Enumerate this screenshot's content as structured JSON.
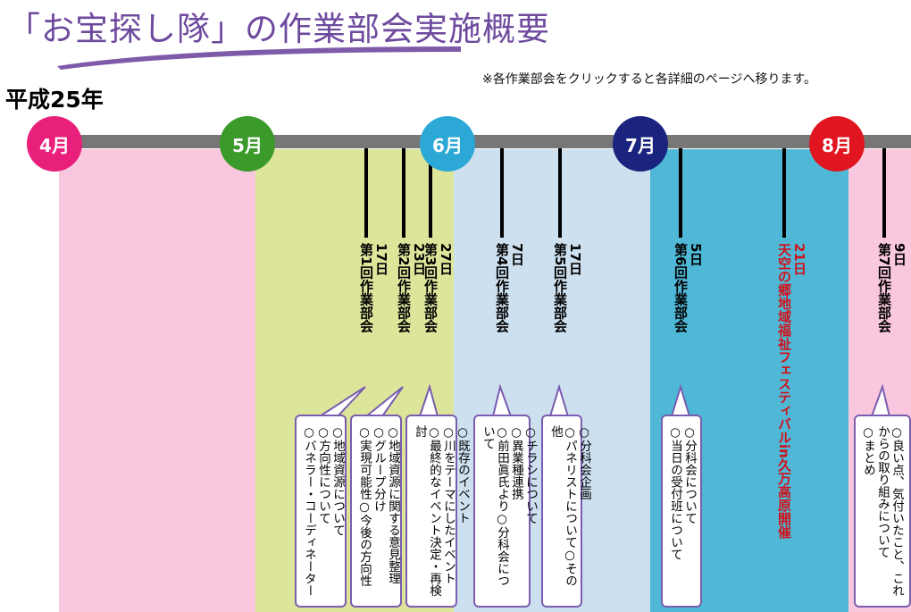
{
  "header": {
    "title": "「お宝探し隊」の作業部会実施概要",
    "note": "※各作業部会をクリックすると各詳細のページへ移ります。",
    "year": "平成25年"
  },
  "months": [
    {
      "label": "4月",
      "color": "#e8207c"
    },
    {
      "label": "5月",
      "color": "#3a9a2a"
    },
    {
      "label": "6月",
      "color": "#2ba8d6"
    },
    {
      "label": "7月",
      "color": "#1a237e"
    },
    {
      "label": "8月",
      "color": "#e0151f"
    }
  ],
  "bands": [
    {
      "color": "#fac8de"
    },
    {
      "color": "#dde59b"
    },
    {
      "color": "#cde0ef"
    },
    {
      "color": "#4fb8d6"
    },
    {
      "color": "#fac8de"
    }
  ],
  "meetings": [
    {
      "date": "17日",
      "name": "第1回作業部会",
      "items": [
        "○地域資源について",
        "○方向性について",
        "○バネラー・コーディネーター"
      ]
    },
    {
      "date": "23日",
      "name": "第2回作業部会",
      "items": [
        "○地域資源に関する意見整理",
        "○グループ分け",
        "○実現可能性○今後の方向性"
      ]
    },
    {
      "date": "27日",
      "name": "第3回作業部会",
      "items": [
        "○既存のイベント",
        "○川をテーマにしたイベント",
        "○最終的なイベント決定・再検討"
      ]
    },
    {
      "date": "7日",
      "name": "第4回作業部会",
      "items": [
        "○チラシについて",
        "○異業種連携",
        "○前田眞氏より○分科会について"
      ]
    },
    {
      "date": "17日",
      "name": "第5回作業部会",
      "items": [
        "○分科会企画",
        "○パネリストについて○その他"
      ]
    },
    {
      "date": "5日",
      "name": "第6回作業部会",
      "items": [
        "○分科会について",
        "○当日の受付班について"
      ]
    },
    {
      "date": "21日",
      "name": "天空の郷地域福祉フェスティバルin久万高原開催",
      "items": []
    },
    {
      "date": "9日",
      "name": "第7回作業部会",
      "items": [
        "○良い点、気付いたこと、これからの取り組みについて",
        "○まとめ"
      ]
    }
  ]
}
